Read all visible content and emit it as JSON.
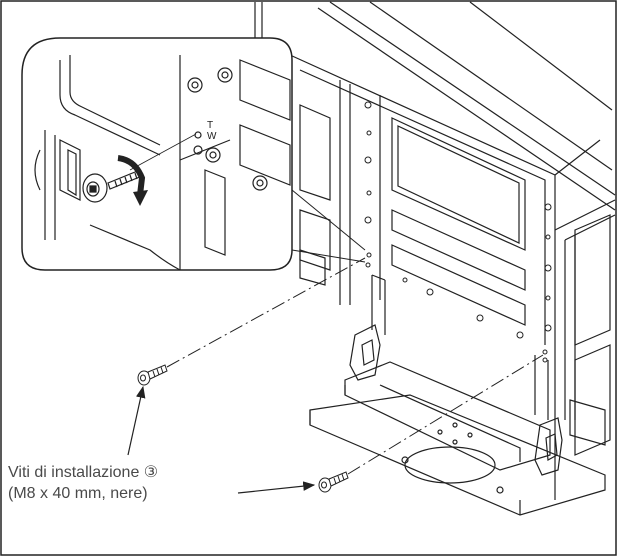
{
  "callout": {
    "line1": "Viti di installazione ③",
    "line2": "(M8 x 40 mm, nere)"
  },
  "inset": {
    "mark_t": "T",
    "mark_w": "W"
  },
  "icons": {
    "screw": "screw-icon",
    "rotation_arrow": "rotation-arrow-icon"
  }
}
